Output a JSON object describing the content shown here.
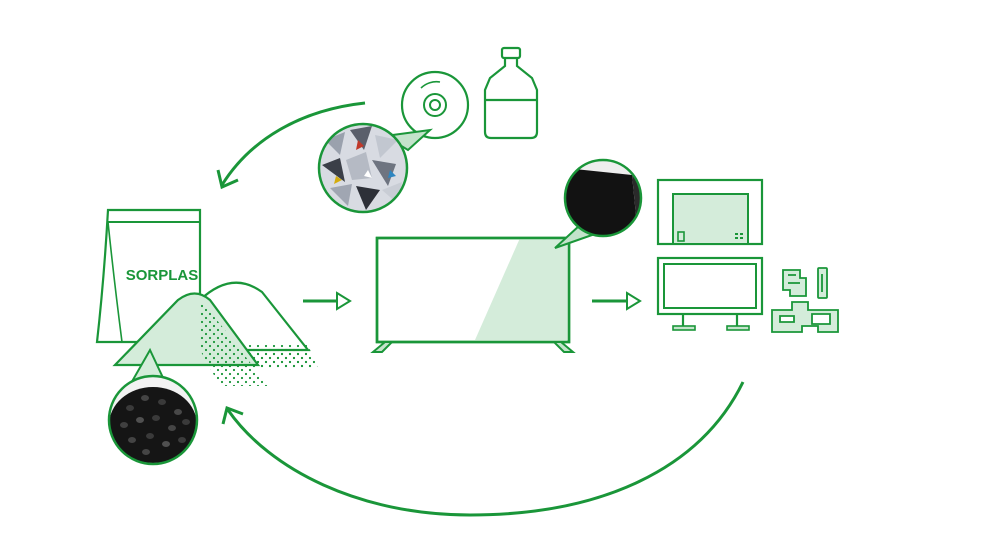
{
  "bag": {
    "label": "SORPLAS"
  },
  "colors": {
    "primary": "#1a9639",
    "fill_light": "#d4ecda",
    "fill_mid": "#c3e3cb",
    "dark_photo": "#111111",
    "shard_silver": "#a9aeb8"
  },
  "icons": {
    "cd": "compact-disc-icon",
    "bottle": "water-bottle-icon",
    "shards": "plastic-shards-photo",
    "pellets": "black-pellets-photo",
    "tv": "flat-tv-icon",
    "tv_back_photo": "tv-back-panel-photo",
    "device_rear": "tv-rear-cabinet-icon",
    "monitor": "monitor-icon",
    "parts": "molded-parts-icon"
  }
}
